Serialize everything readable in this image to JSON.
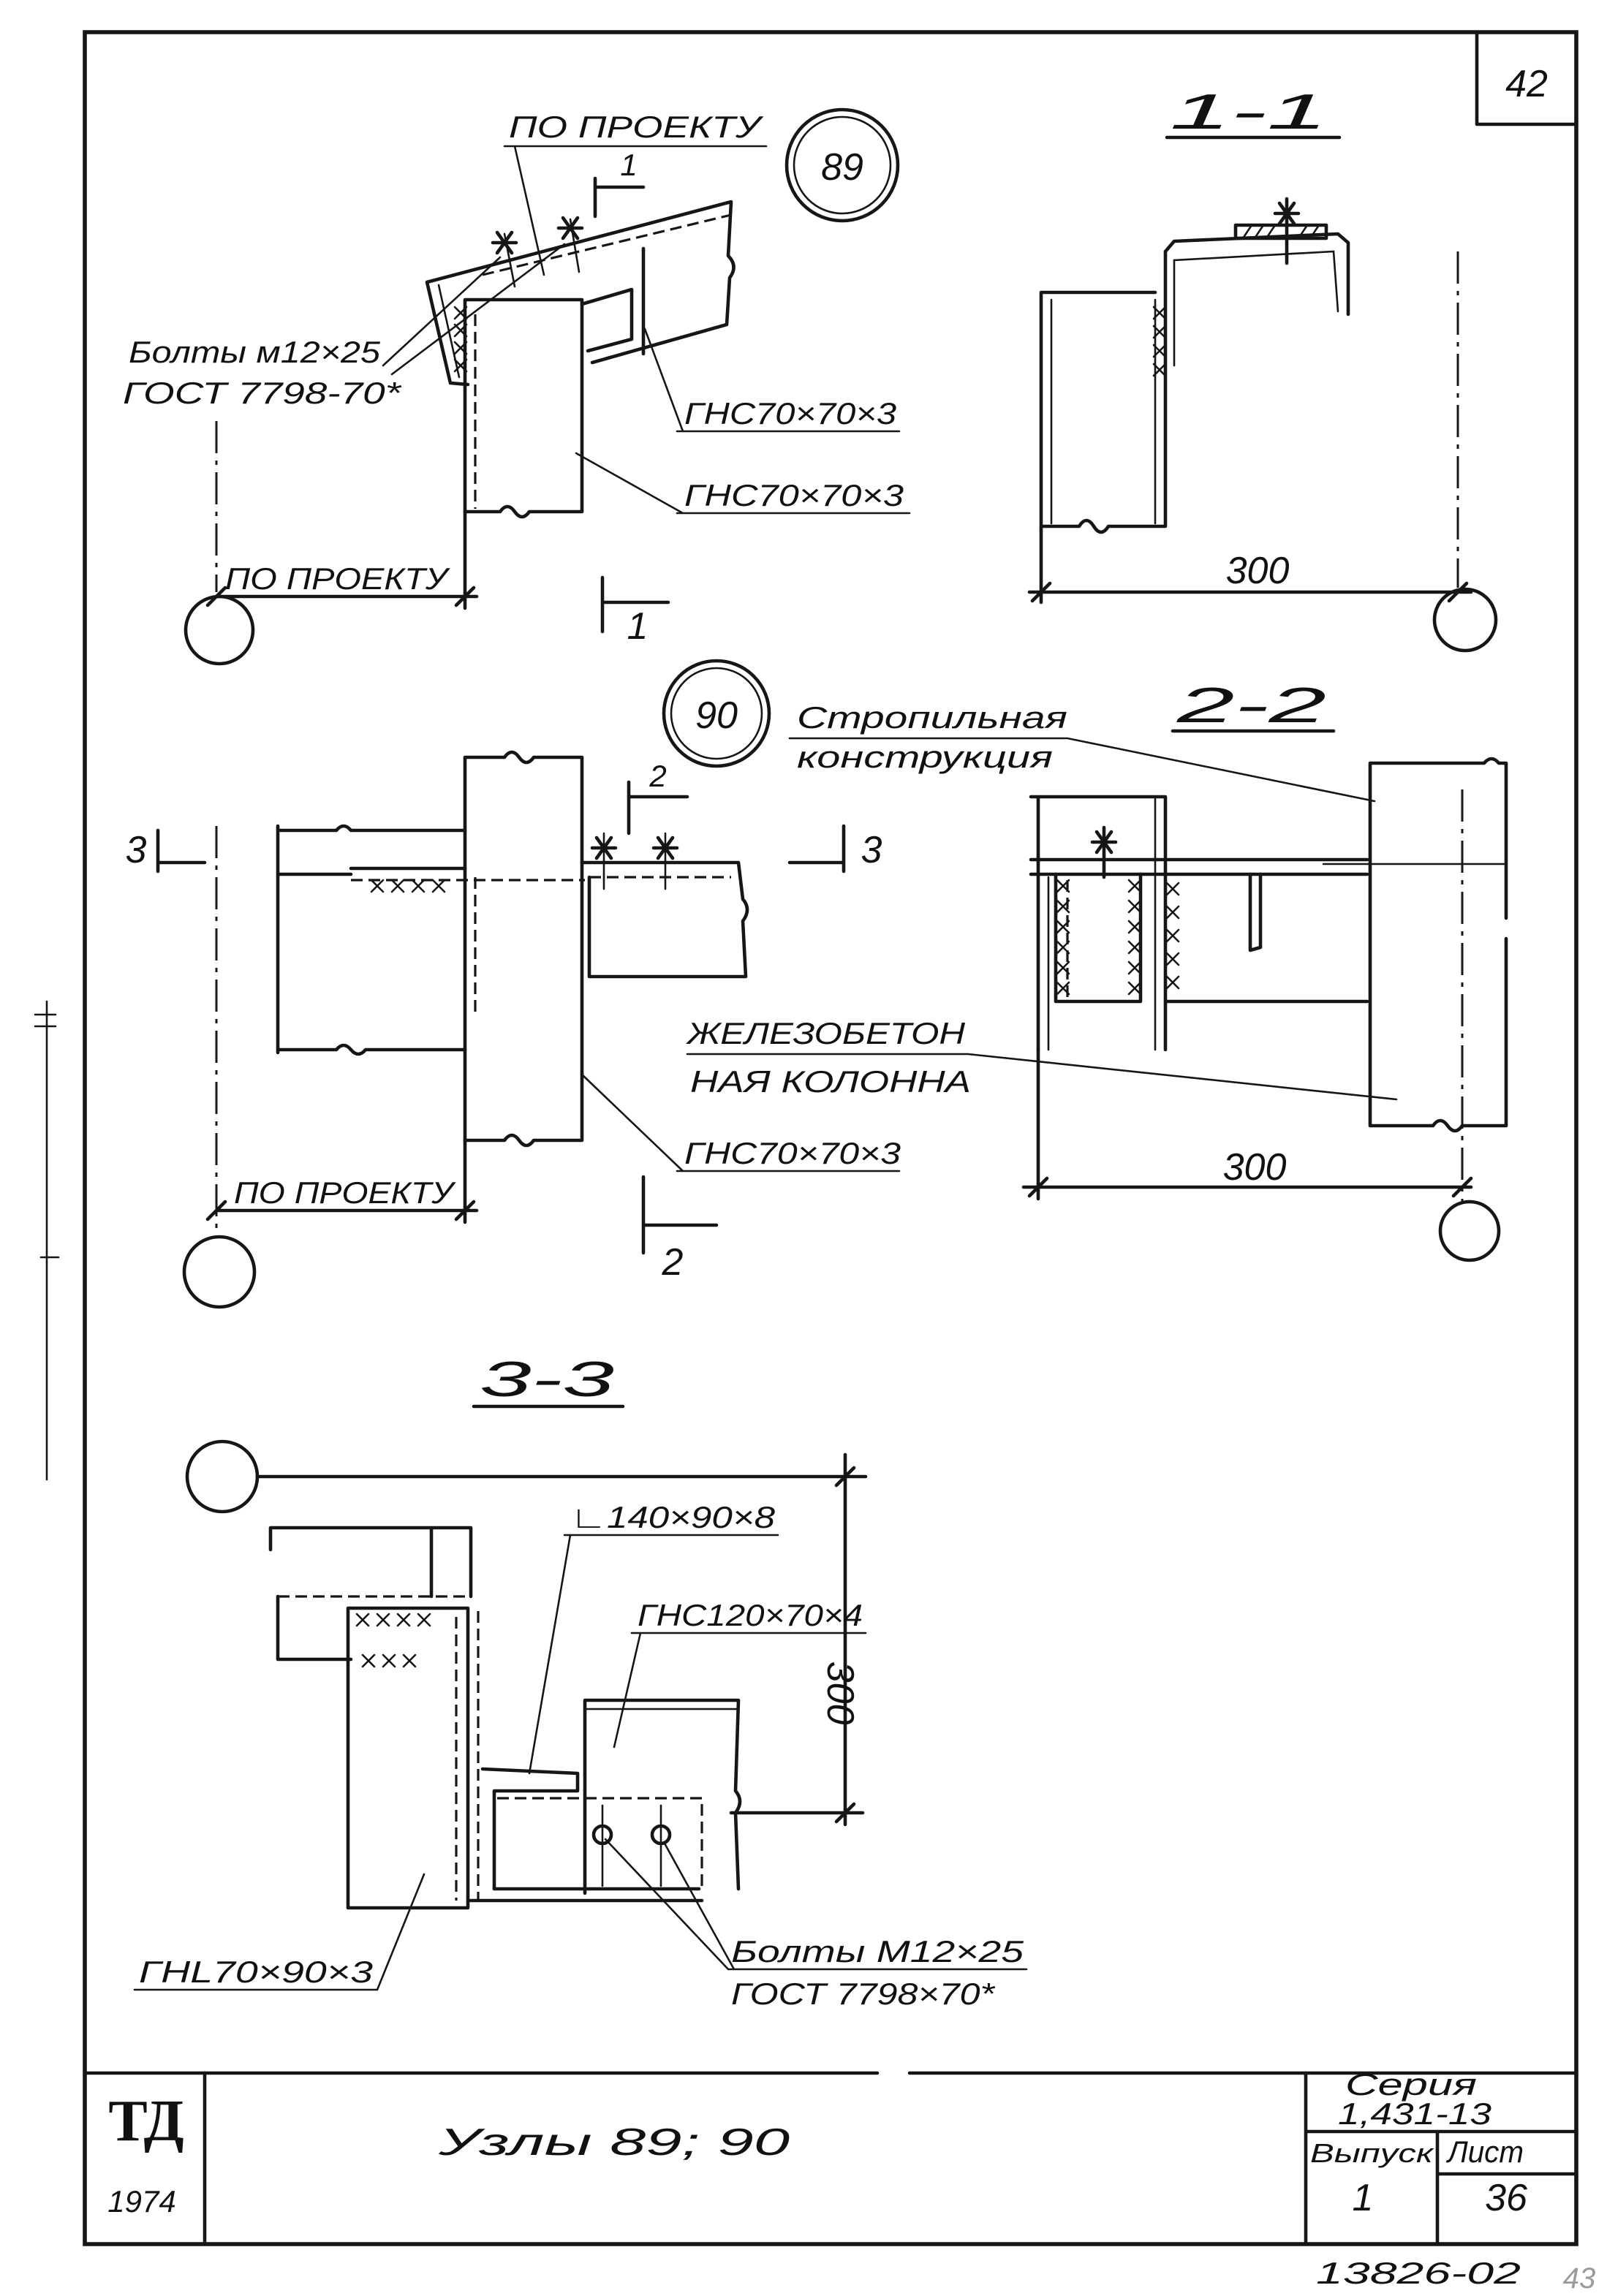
{
  "sheet": {
    "corner_number": "42",
    "archive_number": "13826-02",
    "margin_mark": "43"
  },
  "node_89": {
    "marker": "89",
    "note_top": "ПО ПРОЕКТУ",
    "bolts": "Болты м12×25",
    "bolts_standard": "ГОСТ 7798-70*",
    "rafter_profile": "ГНС70×70×3",
    "column_profile": "ГНС70×70×3",
    "dimension_note": "ПО ПРОЕКТУ",
    "cut_mark_top": "1",
    "cut_mark_bottom": "1"
  },
  "section_1_1": {
    "title": "1-1",
    "dimension": "300"
  },
  "node_90": {
    "marker": "90",
    "rafter_label_line1": "Стропильная",
    "rafter_label_line2": "конструкция",
    "column_profile": "ГНС70×70×3",
    "dimension_note": "ПО ПРОЕКТУ",
    "cut_mark_2_top": "2",
    "cut_mark_2_bottom": "2",
    "cut_mark_3_left": "3",
    "cut_mark_3_right": "3"
  },
  "section_2_2": {
    "title": "2-2",
    "concrete_label_line1": "ЖЕЛЕЗОБЕТОН",
    "concrete_label_line2": "НАЯ КОЛОННА",
    "dimension": "300"
  },
  "section_3_3": {
    "title": "3-3",
    "angle_profile": "∟140×90×8",
    "channel_profile": "ГНС120×70×4",
    "dimension": "300",
    "bolts": "Болты М12×25",
    "bolts_standard": "ГОСТ 7798×70*",
    "bent_angle_profile": "ГНL70×90×3"
  },
  "title_block": {
    "organization": "ТД",
    "year": "1974",
    "title": "Узлы 89; 90",
    "series_label": "Серия",
    "series_value": "1,431-13",
    "issue_label": "Выпуск",
    "issue_value": "1",
    "sheet_label": "Лист",
    "sheet_value": "36"
  }
}
